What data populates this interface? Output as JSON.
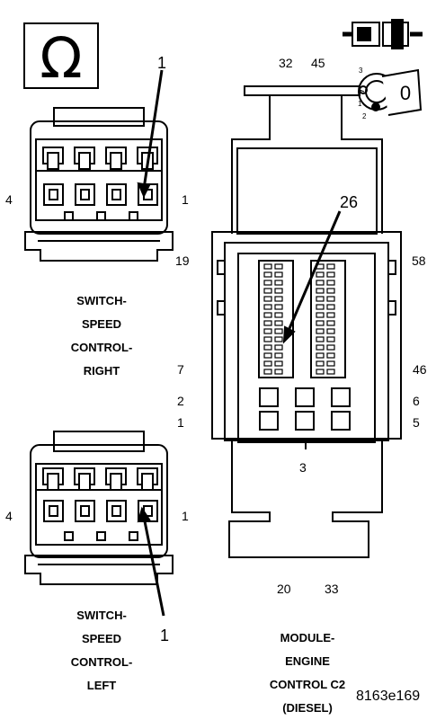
{
  "symbols": {
    "ohm_glyph": "Ω",
    "key_label": "0",
    "key_num_top": "3",
    "key_num_mid": "1",
    "key_num_bot": "2"
  },
  "right_switch": {
    "callout": "1",
    "pin_left": "4",
    "pin_right": "1",
    "caption": [
      "SWITCH-",
      "SPEED",
      "CONTROL-",
      "RIGHT"
    ]
  },
  "left_switch": {
    "callout": "1",
    "pin_left": "4",
    "pin_right": "1",
    "caption": [
      "SWITCH-",
      "SPEED",
      "CONTROL-",
      "LEFT"
    ]
  },
  "module": {
    "callout": "26",
    "pins": {
      "p32": "32",
      "p45": "45",
      "p19": "19",
      "p58": "58",
      "p7": "7",
      "p46": "46",
      "p2": "2",
      "p6": "6",
      "p1": "1",
      "p5": "5",
      "p3": "3",
      "p20": "20",
      "p33": "33"
    },
    "caption": [
      "MODULE-",
      "ENGINE",
      "CONTROL C2",
      "(DIESEL)"
    ]
  },
  "figure_id": "8163e169"
}
